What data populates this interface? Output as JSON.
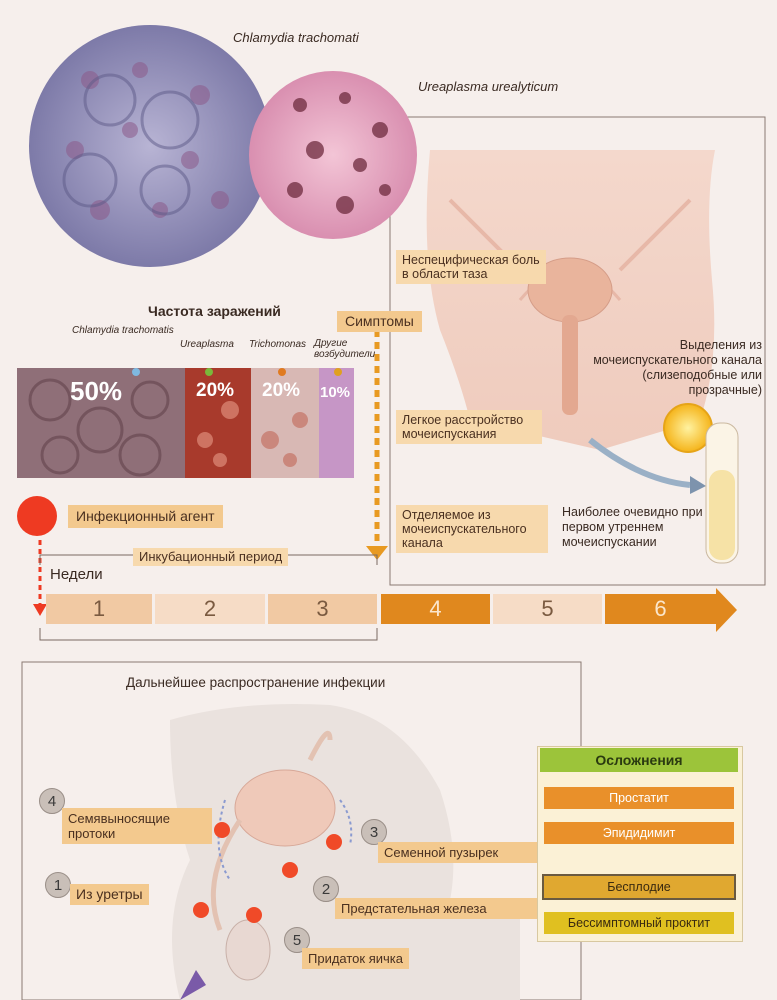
{
  "micro": {
    "chlamydia_title": "Chlamydia trachomati",
    "ureaplasma_title": "Ureaplasma urealyticum"
  },
  "frequency": {
    "title": "Частота заражений",
    "items": [
      {
        "label": "Chlamydia trachomatis",
        "value": "50%"
      },
      {
        "label": "Ureaplasma",
        "value": "20%"
      },
      {
        "label": "Trichomonas",
        "value": "20%"
      },
      {
        "label": "Другие возбудители",
        "value": "10%"
      }
    ]
  },
  "symptoms": {
    "title": "Симптомы",
    "pelvic_pain": "Неспецифическая боль в области таза",
    "discharge": "Выделения из мочеиспускательного канала (слизеподобные или прозрачные)",
    "urination": "Легкое расстройство мочеиспускания",
    "urethral_discharge": "Отделяемое из мочеиспускательного канала",
    "morning": "Наиболее очевидно при первом утреннем мочеиспускании"
  },
  "timeline": {
    "agent": "Инфекционный агент",
    "incubation": "Инкубационный период",
    "weeks_label": "Недели",
    "weeks": [
      "1",
      "2",
      "3",
      "4",
      "5",
      "6"
    ]
  },
  "spread": {
    "title": "Дальнейшее распространение инфекции",
    "steps": [
      {
        "num": "4",
        "label": "Семявыносящие протоки"
      },
      {
        "num": "3",
        "label": "Семенной пузырек"
      },
      {
        "num": "1",
        "label": "Из уретры"
      },
      {
        "num": "2",
        "label": "Предстательная железа"
      },
      {
        "num": "5",
        "label": "Придаток яичка"
      }
    ]
  },
  "complications": {
    "title": "Осложнения",
    "items": [
      "Простатит",
      "Эпидидимит",
      "Бесплодие",
      "Бессимптомный проктит"
    ]
  }
}
